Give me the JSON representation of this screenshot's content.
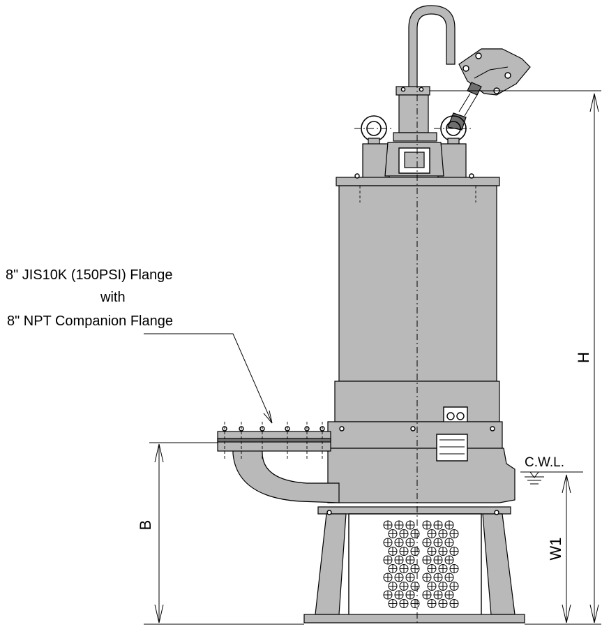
{
  "callout": {
    "line1": "8\" JIS10K (150PSI) Flange",
    "line2": "with",
    "line3": "8\" NPT Companion Flange"
  },
  "dimensions": {
    "h_label": "H",
    "b_label": "B",
    "w1_label": "W1",
    "cwl_label": "C.W.L."
  },
  "colors": {
    "line": "#000000",
    "body_fill": "#b9b9b9",
    "dark_fill": "#6e6e6e",
    "background": "#ffffff"
  }
}
